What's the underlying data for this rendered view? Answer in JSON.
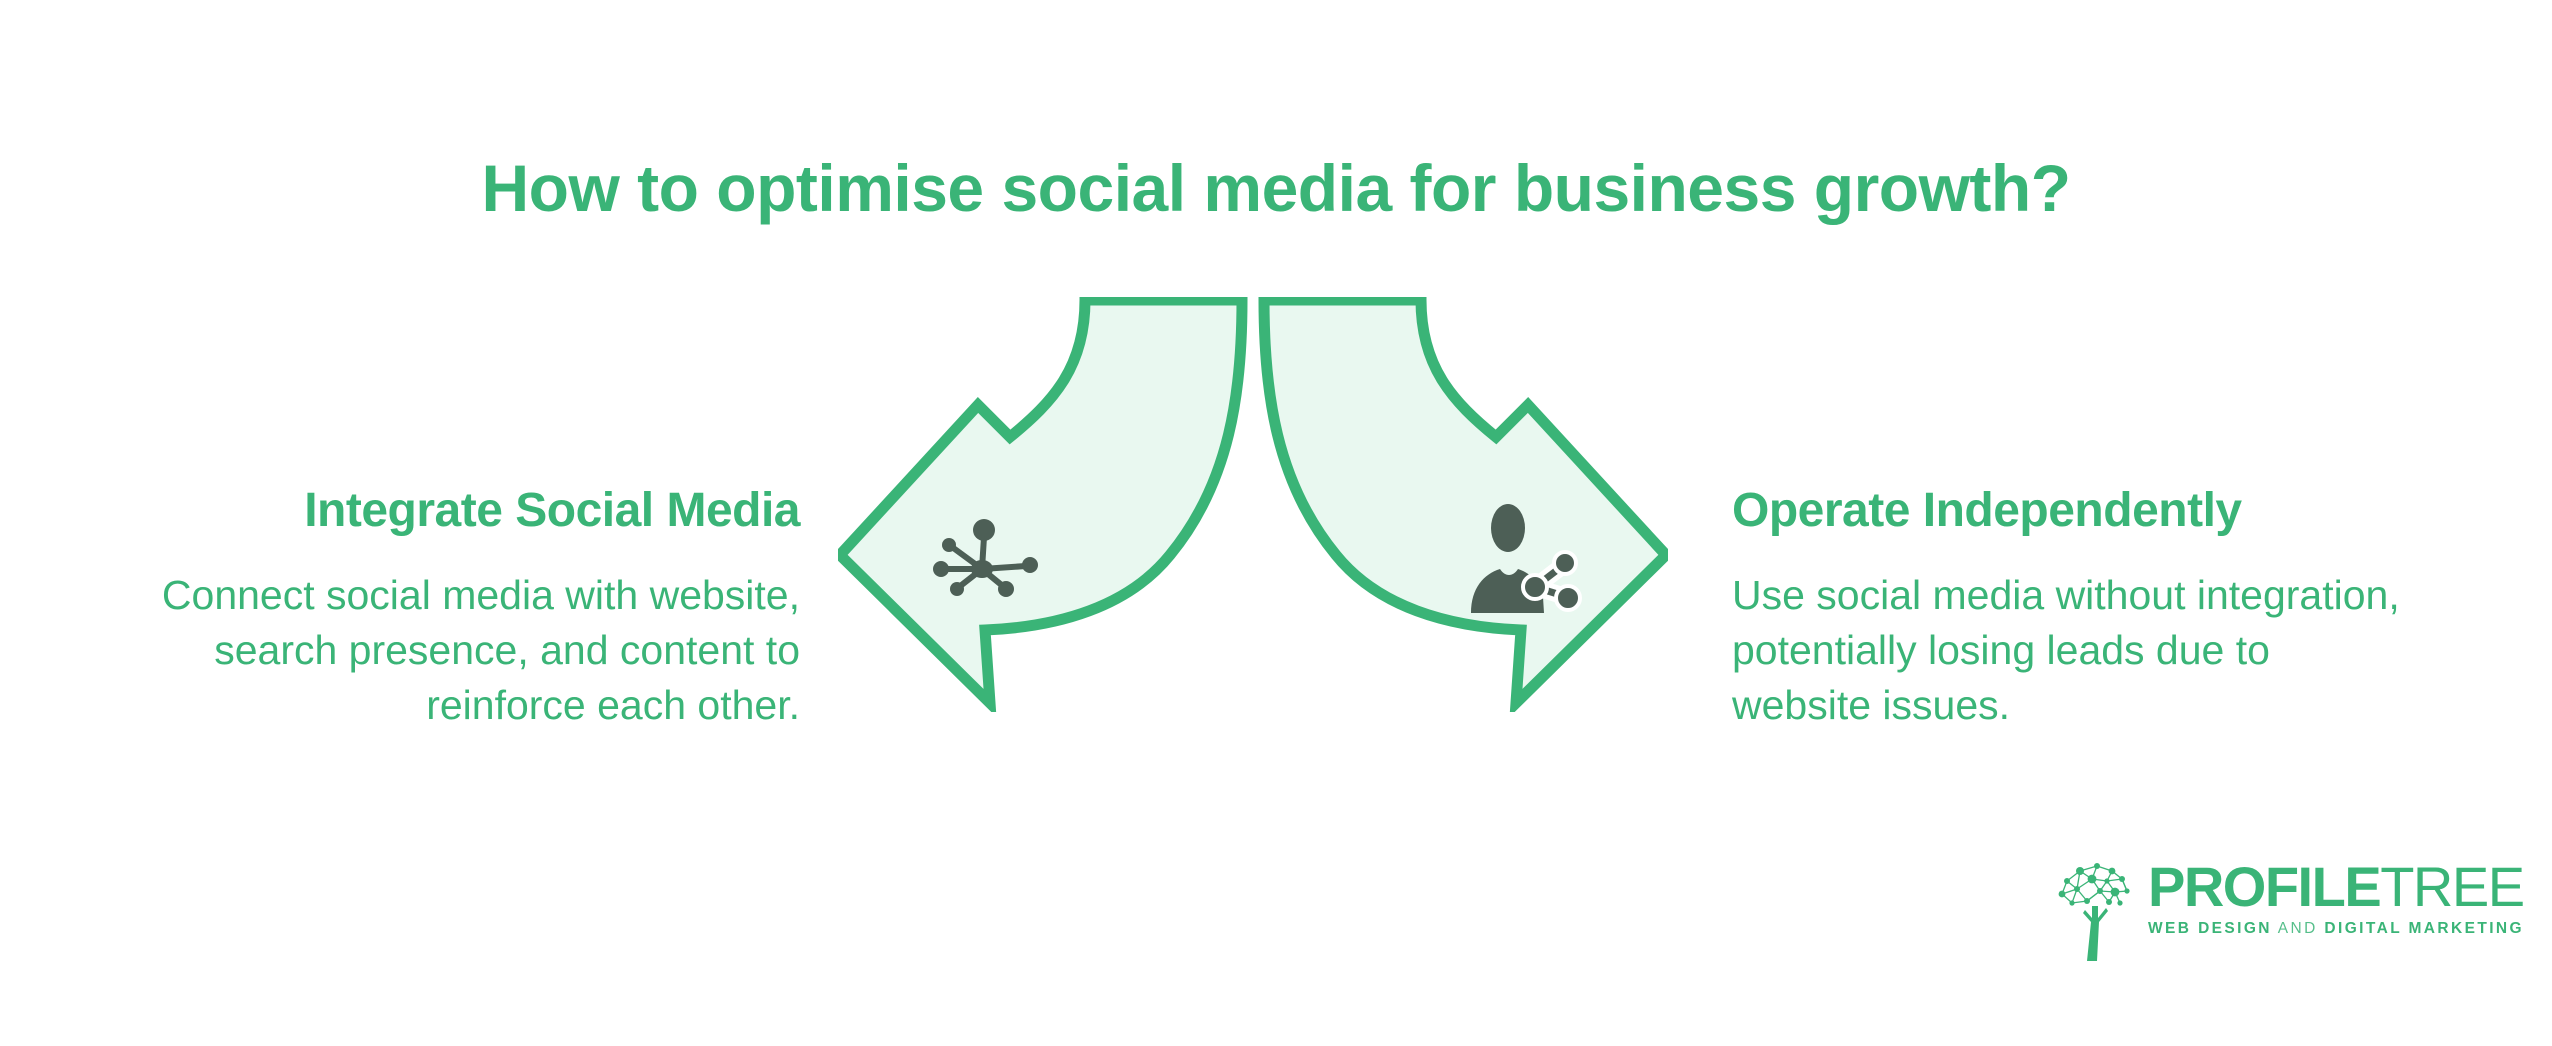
{
  "title": "How to optimise social media for business growth?",
  "colors": {
    "accent_green": "#3ab477",
    "arrow_fill": "#e9f8f0",
    "icon_dark": "#4d5f56",
    "background": "#ffffff"
  },
  "left_option": {
    "heading": "Integrate Social Media",
    "body": "Connect social media with website,\nsearch presence, and content to\nreinforce each other.",
    "icon": "hub-network-icon",
    "arrow_direction": "left"
  },
  "right_option": {
    "heading": "Operate Independently",
    "body": "Use social media without integration,\npotentially losing leads due to\nwebsite issues.",
    "icon": "person-share-icon",
    "arrow_direction": "right"
  },
  "logo": {
    "name_primary": "PROFILE",
    "name_secondary": "TREE",
    "tagline_part1": "WEB DESIGN",
    "tagline_part2": "AND",
    "tagline_part3": "DIGITAL MARKETING"
  }
}
